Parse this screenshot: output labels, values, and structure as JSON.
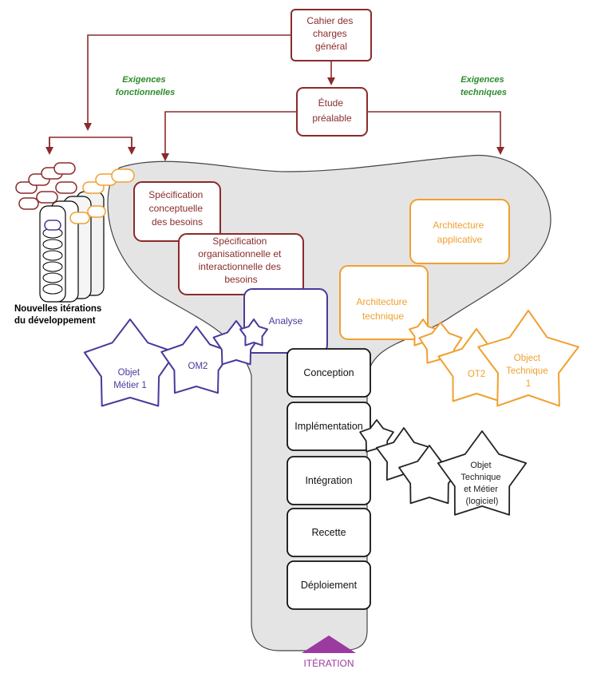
{
  "top": {
    "cahier": [
      "Cahier des",
      "charges",
      "général"
    ],
    "etude": [
      "Étude",
      "préalable"
    ],
    "exigences_fonctionnelles": [
      "Exigences",
      "fonctionnelles"
    ],
    "exigences_techniques": [
      "Exigences",
      "techniques"
    ]
  },
  "left": {
    "iterations_label": [
      "Nouvelles itérations",
      "du développement"
    ]
  },
  "red_boxes": {
    "spec_conceptuelle": [
      "Spécification",
      "conceptuelle",
      "des besoins"
    ],
    "spec_organisationnelle": [
      "Spécification",
      "organisationnelle et",
      "interactionnelle des",
      "besoins"
    ]
  },
  "analyse": "Analyse",
  "orange_boxes": {
    "architecture_applicative": [
      "Architecture",
      "applicative"
    ],
    "architecture_technique": [
      "Architecture",
      "technique"
    ]
  },
  "stars": {
    "objet_metier": [
      "Objet",
      "Métier 1"
    ],
    "om2": "OM2",
    "ot2": "OT2",
    "objet_technique": [
      "Object",
      "Technique",
      "1"
    ],
    "objet_technique_metier": [
      "Objet",
      "Technique",
      "et Métier",
      "(logiciel)"
    ]
  },
  "stem_steps": [
    "Conception",
    "Implémentation",
    "Intégration",
    "Recette",
    "Déploiement"
  ],
  "iteration": "ITÉRATION",
  "colors": {
    "dark_red": "#8b2b2b",
    "green": "#2e8b2e",
    "orange": "#f0a030",
    "purple": "#4a3a9a",
    "shape_fill": "#e4e4e4",
    "triangle": "#9b3aa0"
  }
}
